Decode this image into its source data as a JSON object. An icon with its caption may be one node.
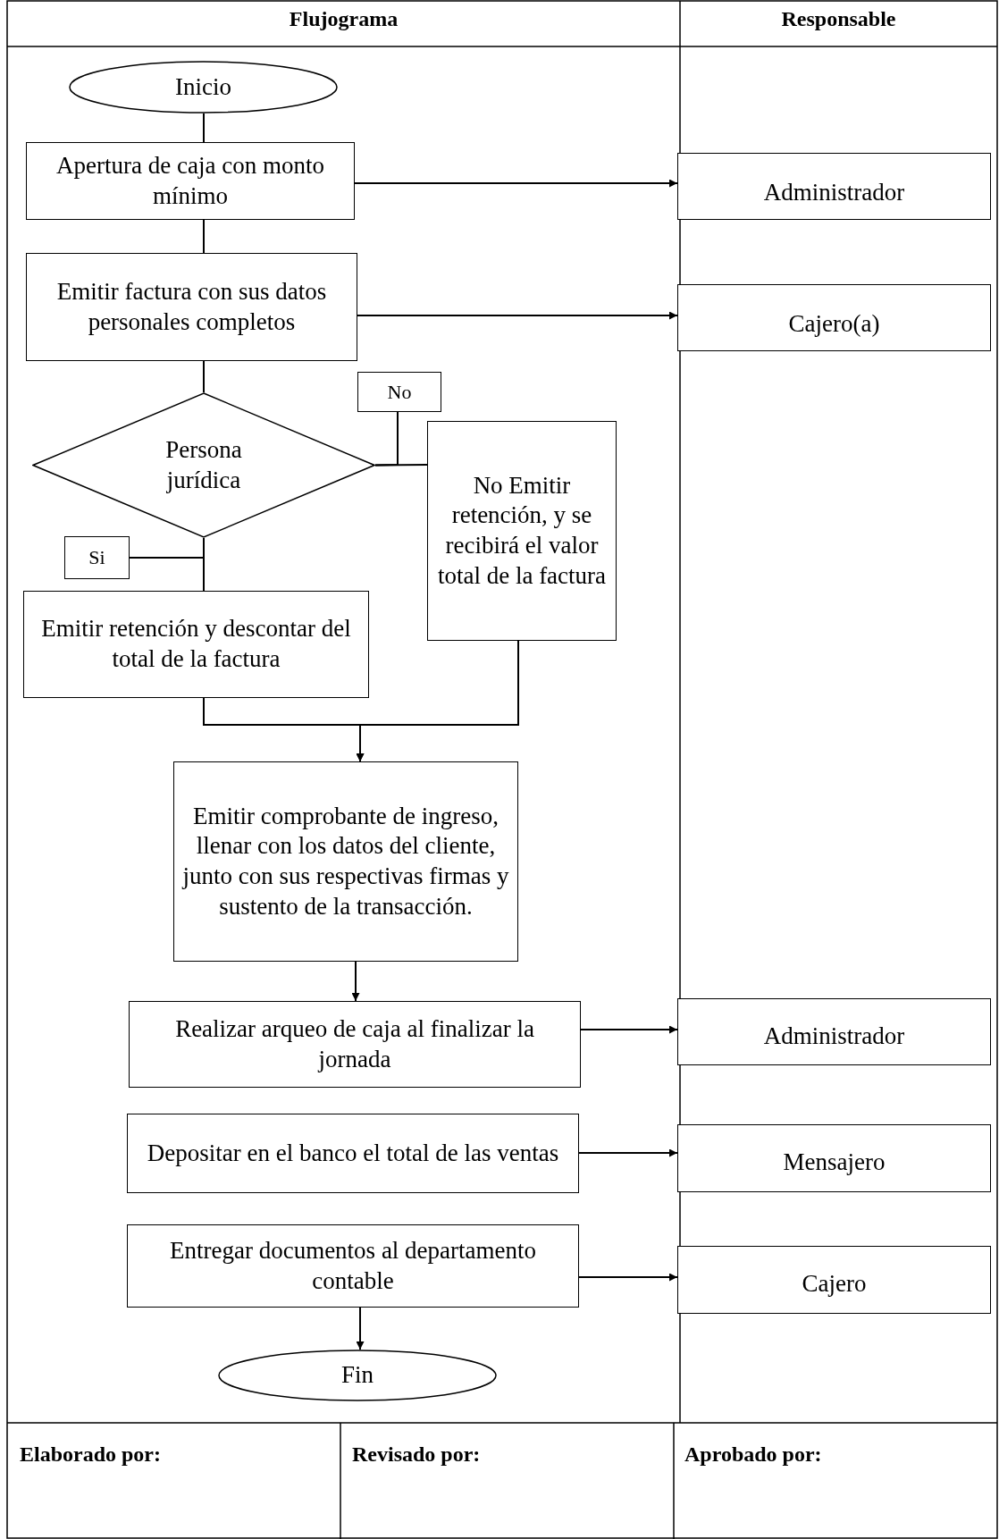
{
  "diagram": {
    "nodes": [
      {
        "text": [
          "Inicio"
        ]
      },
      {
        "text": [
          "Apertura de caja con monto mínimo"
        ]
      },
      {
        "text": [
          "Emitir factura con sus datos personales completos"
        ]
      },
      {
        "text": [
          "Persona jurídica"
        ]
      },
      {
        "text": [
          "No"
        ]
      },
      {
        "text": [
          "No Emitir retención, y se recibirá el valor total de la factura"
        ]
      },
      {
        "text": [
          "Si"
        ]
      },
      {
        "text": [
          "Emitir retención y descontar del total de la factura"
        ]
      },
      {
        "text": [
          "Emitir comprobante de ingreso, llenar con los datos del cliente, junto con sus respectivas firmas y sustento de la transacción."
        ]
      },
      {
        "text": [
          "Realizar arqueo de caja al finalizar la jornada"
        ]
      },
      {
        "text": [
          "Depositar en el banco el total de las ventas"
        ]
      },
      {
        "text": [
          "Entregar documentos al departamento contable"
        ]
      },
      {
        "text": [
          "Fin"
        ]
      },
      {
        "text": [
          "Administrador"
        ]
      },
      {
        "text": [
          "Cajero(a)"
        ]
      },
      {
        "text": [
          "Administrador"
        ]
      },
      {
        "text": [
          "Mensajero"
        ]
      },
      {
        "text": [
          "Cajero"
        ]
      }
    ],
    "edges": [
      {
        "from": 0,
        "to": 1,
        "arrow": "none"
      },
      {
        "from": 1,
        "to": 2,
        "arrow": "none"
      },
      {
        "from": 2,
        "to": 3,
        "arrow": "none"
      },
      {
        "from": 3,
        "to": 4,
        "arrow": "none"
      },
      {
        "from": 3,
        "to": 5,
        "arrow": "none"
      },
      {
        "from": 6,
        "to": 3,
        "arrow": "none"
      },
      {
        "from": 3,
        "to": 7,
        "arrow": "none"
      },
      {
        "from": 7,
        "to": 8,
        "arrow": "to"
      },
      {
        "from": 5,
        "to": 8,
        "arrow": "to"
      },
      {
        "from": 8,
        "to": 9,
        "arrow": "to"
      },
      {
        "from": 9,
        "to": 15,
        "arrow": "to"
      },
      {
        "from": 10,
        "to": 16,
        "arrow": "to"
      },
      {
        "from": 11,
        "to": 17,
        "arrow": "to"
      },
      {
        "from": 11,
        "to": 12,
        "arrow": "to"
      },
      {
        "from": 1,
        "to": 13,
        "arrow": "to"
      },
      {
        "from": 2,
        "to": 14,
        "arrow": "to"
      }
    ],
    "labels": [
      "Flujograma",
      "Responsable",
      "Elaborado por:",
      "Revisado por:",
      "Aprobado por:"
    ]
  }
}
